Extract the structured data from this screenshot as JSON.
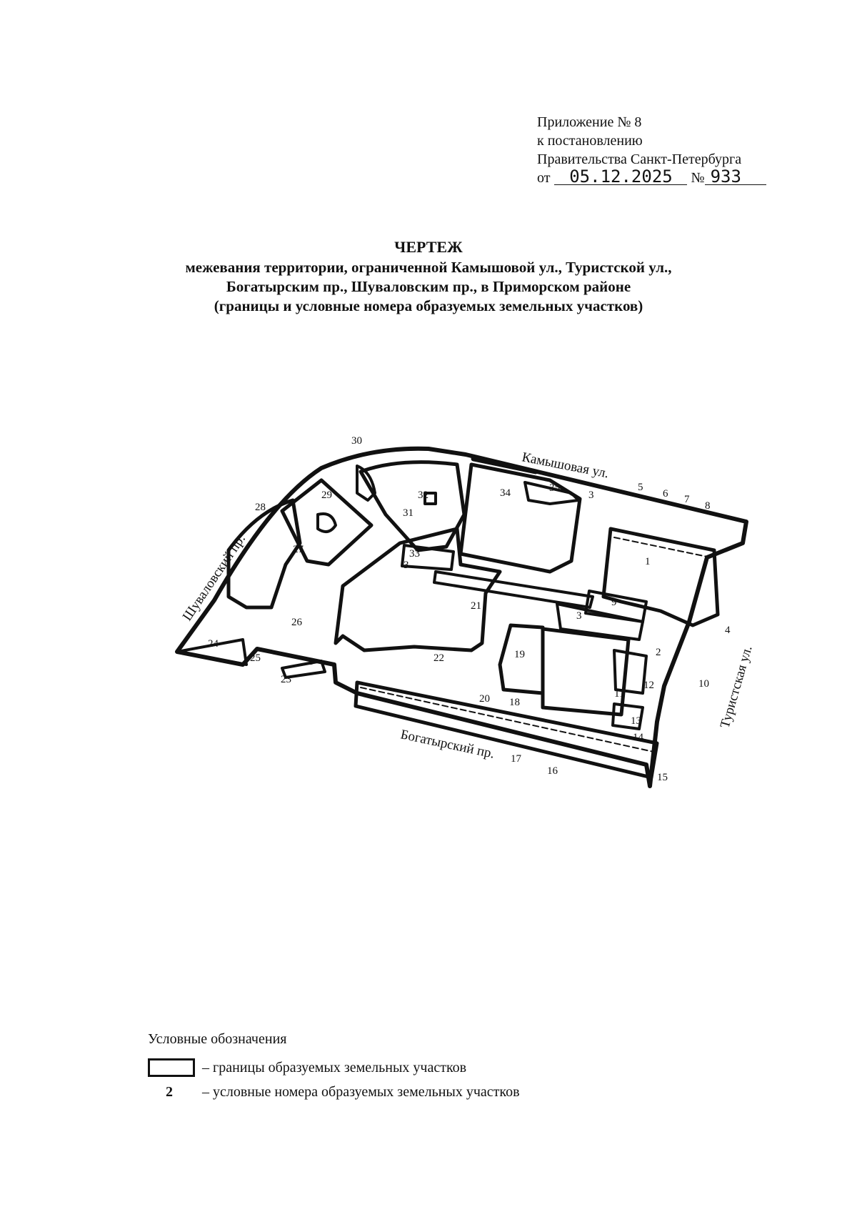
{
  "appendix": {
    "line1": "Приложение № 8",
    "line2": "к постановлению",
    "line3": "Правительства Санкт-Петербурга",
    "date_prefix": "от",
    "date": "05.12.2025",
    "number_prefix": "№",
    "number": "933"
  },
  "title": {
    "main": "ЧЕРТЕЖ",
    "line2": "межевания территории, ограниченной Камышовой ул., Туристской ул.,",
    "line3": "Богатырским пр., Шуваловским пр., в Приморском районе",
    "line4": "(границы и условные номера образуемых земельных участков)"
  },
  "map": {
    "streets": {
      "kamyshovaya": "Камышовая ул.",
      "turistskaya": "Туристская ул.",
      "bogatyrsky": "Богатырский пр.",
      "shuvalovsky": "Шуваловский пр."
    },
    "parcel_numbers": [
      "1",
      "2",
      "3",
      "3",
      "3",
      "3",
      "4",
      "5",
      "6",
      "7",
      "8",
      "9",
      "10",
      "11",
      "12",
      "13",
      "14",
      "15",
      "16",
      "17",
      "18",
      "19",
      "20",
      "21",
      "22",
      "23",
      "24",
      "25",
      "26",
      "27",
      "28",
      "29",
      "30",
      "31",
      "32",
      "33",
      "34",
      "35"
    ]
  },
  "legend": {
    "header": "Условные обозначения",
    "boundary_text": "– границы образуемых земельных участков",
    "number_symbol": "2",
    "number_text": "– условные номера образуемых земельных участков"
  }
}
